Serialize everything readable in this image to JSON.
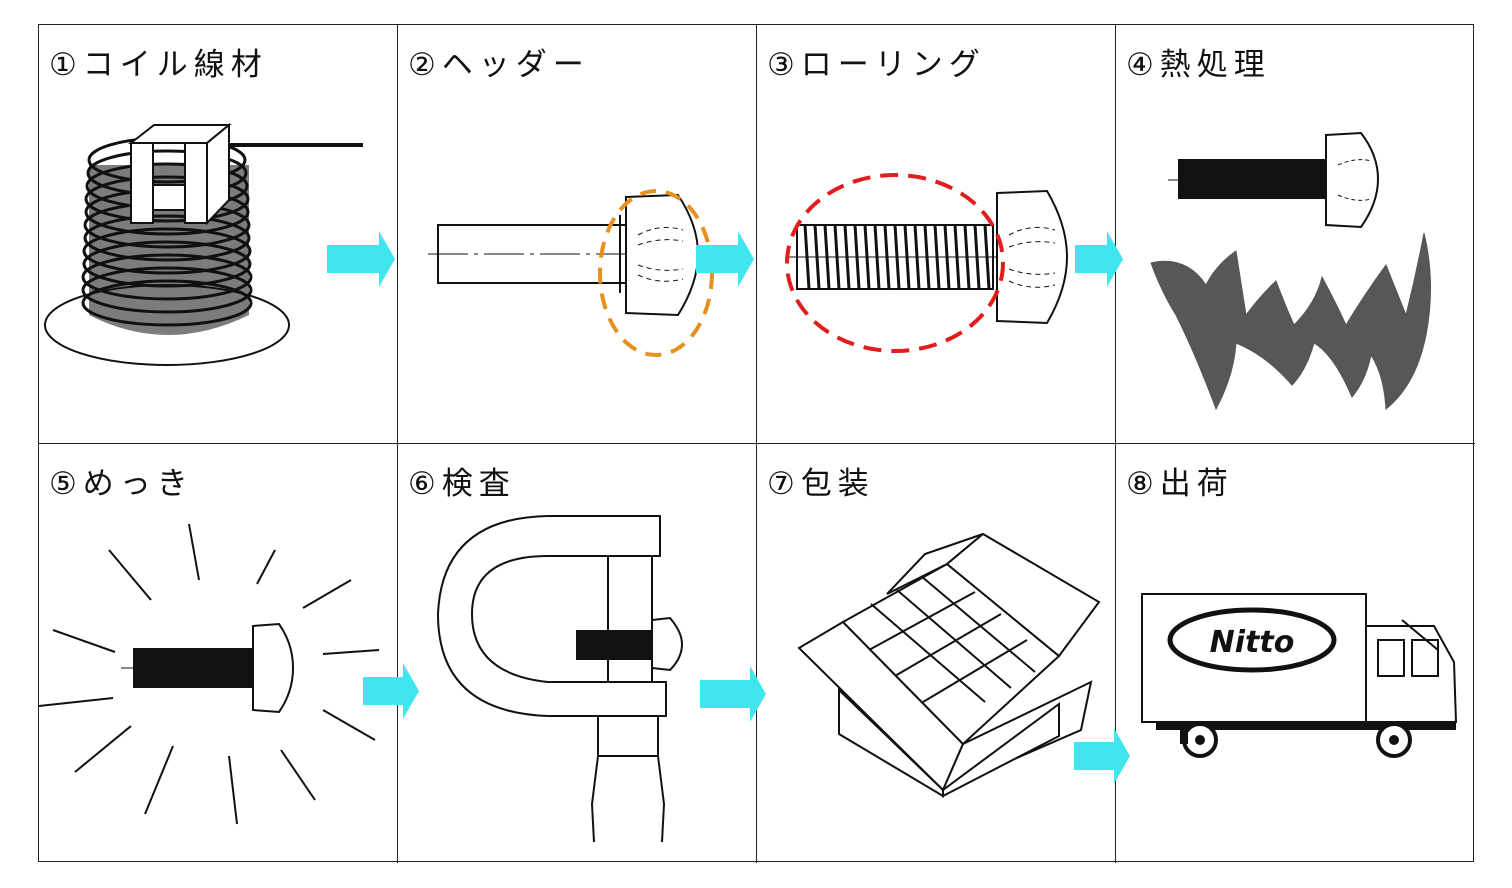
{
  "steps": [
    {
      "label": "①コイル線材",
      "icon": "coil-wire-icon"
    },
    {
      "label": "②ヘッダー",
      "icon": "header-screw-blank-icon"
    },
    {
      "label": "③ローリング",
      "icon": "rolled-screw-icon"
    },
    {
      "label": "④熱処理",
      "icon": "heat-treatment-flame-icon"
    },
    {
      "label": "⑤めっき",
      "icon": "plated-screw-icon"
    },
    {
      "label": "⑥検査",
      "icon": "inspection-gauge-icon"
    },
    {
      "label": "⑦包装",
      "icon": "packaging-box-icon"
    },
    {
      "label": "⑧出荷",
      "icon": "delivery-truck-icon"
    }
  ],
  "colors": {
    "arrow": "#3fe6f0",
    "header_highlight": "#e8901e",
    "rolling_highlight": "#e31c1c",
    "line": "#111111"
  },
  "truck_logo_text": "Nitto"
}
